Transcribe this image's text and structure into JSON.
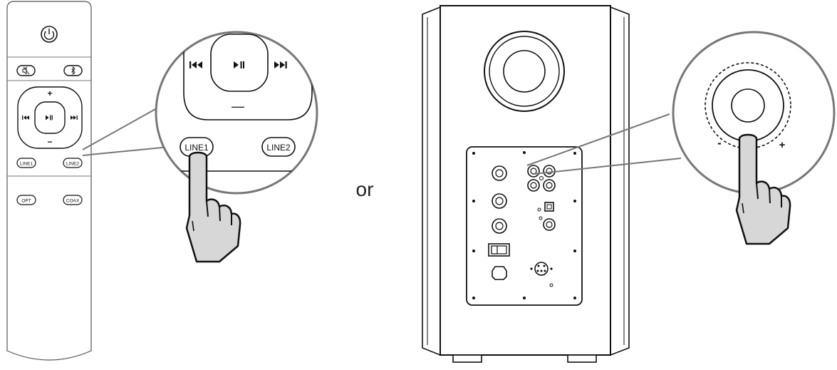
{
  "remote": {
    "power_icon": "power-icon",
    "mute_icon": "mute-icon",
    "bluetooth_icon": "bluetooth-icon",
    "volume_up": "+",
    "volume_down": "−",
    "line1": "LINE1",
    "line2": "LINE2",
    "opt": "OPT",
    "coax": "COAX"
  },
  "zoom_remote": {
    "line1": "LINE1",
    "line2": "LINE2",
    "minus": "—"
  },
  "separator": "or",
  "knob": {
    "minus": "-",
    "plus": "+"
  }
}
